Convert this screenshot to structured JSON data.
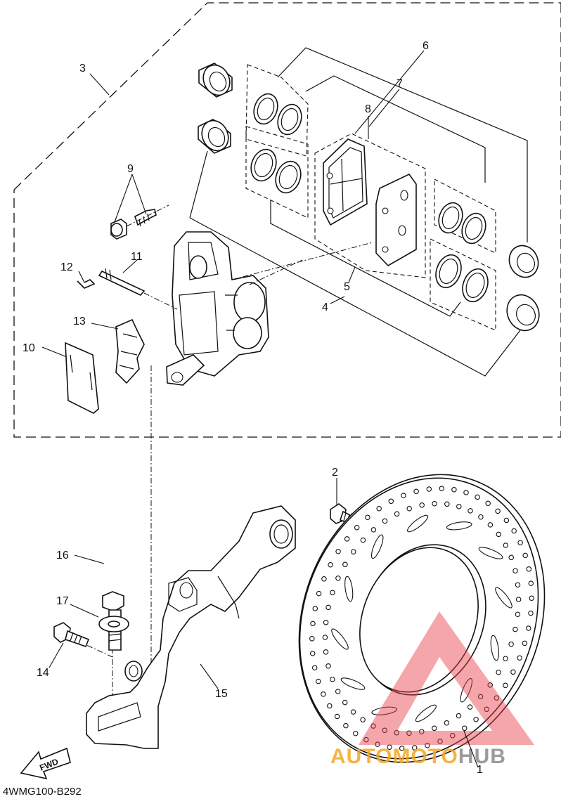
{
  "diagram": {
    "drawing_code": "4WMG100-B292",
    "direction_arrow_label": "FWD",
    "callouts": [
      {
        "id": "1",
        "label": "1"
      },
      {
        "id": "2",
        "label": "2"
      },
      {
        "id": "3",
        "label": "3"
      },
      {
        "id": "4",
        "label": "4"
      },
      {
        "id": "5",
        "label": "5"
      },
      {
        "id": "6",
        "label": "6"
      },
      {
        "id": "7",
        "label": "7"
      },
      {
        "id": "8",
        "label": "8"
      },
      {
        "id": "9",
        "label": "9"
      },
      {
        "id": "10",
        "label": "10"
      },
      {
        "id": "11",
        "label": "11"
      },
      {
        "id": "12",
        "label": "12"
      },
      {
        "id": "13",
        "label": "13"
      },
      {
        "id": "14",
        "label": "14"
      },
      {
        "id": "15",
        "label": "15"
      },
      {
        "id": "16",
        "label": "16"
      },
      {
        "id": "17",
        "label": "17"
      }
    ]
  },
  "watermark": {
    "word_1": "AUTO",
    "word_2": "MOTO",
    "word_3": "HUB",
    "color_red": "#e8404a",
    "color_orange": "#f5a623",
    "color_gray": "#8a8a8a"
  }
}
